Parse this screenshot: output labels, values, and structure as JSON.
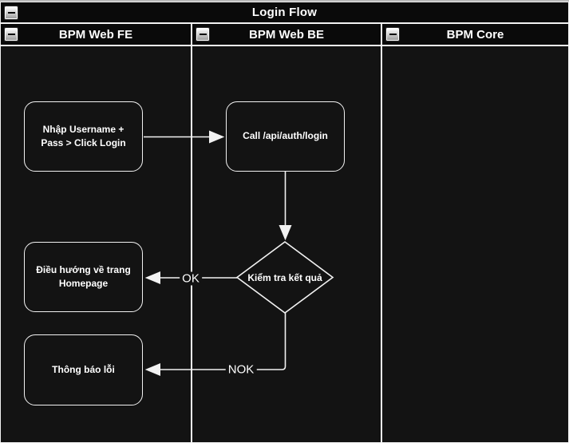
{
  "diagram": {
    "title": "Login Flow",
    "lanes": [
      {
        "label": "BPM Web FE"
      },
      {
        "label": "BPM Web BE"
      },
      {
        "label": "BPM Core"
      }
    ],
    "nodes": [
      {
        "id": "n1",
        "lane": "BPM Web FE",
        "type": "rounded-rectangle",
        "label": "Nhập Username + Pass > Click Login"
      },
      {
        "id": "n2",
        "lane": "BPM Web BE",
        "type": "rounded-rectangle",
        "label": "Call /api/auth/login"
      },
      {
        "id": "n3",
        "lane": "BPM Web BE",
        "type": "decision-diamond",
        "label": "Kiểm tra kết quả"
      },
      {
        "id": "n4",
        "lane": "BPM Web FE",
        "type": "rounded-rectangle",
        "label": "Điều hướng về trang Homepage"
      },
      {
        "id": "n5",
        "lane": "BPM Web FE",
        "type": "rounded-rectangle",
        "label": "Thông báo lỗi"
      }
    ],
    "edges": [
      {
        "from": "n1",
        "to": "n2",
        "label": ""
      },
      {
        "from": "n2",
        "to": "n3",
        "label": ""
      },
      {
        "from": "n3",
        "to": "n4",
        "label": "OK"
      },
      {
        "from": "n3",
        "to": "n5",
        "label": "NOK"
      }
    ],
    "colors": {
      "page_background": "#b9b9b9",
      "pool_background": "#131313",
      "header_background": "#0a0a0a",
      "line_and_border": "#f2f2f2",
      "text": "#ffffff"
    }
  }
}
